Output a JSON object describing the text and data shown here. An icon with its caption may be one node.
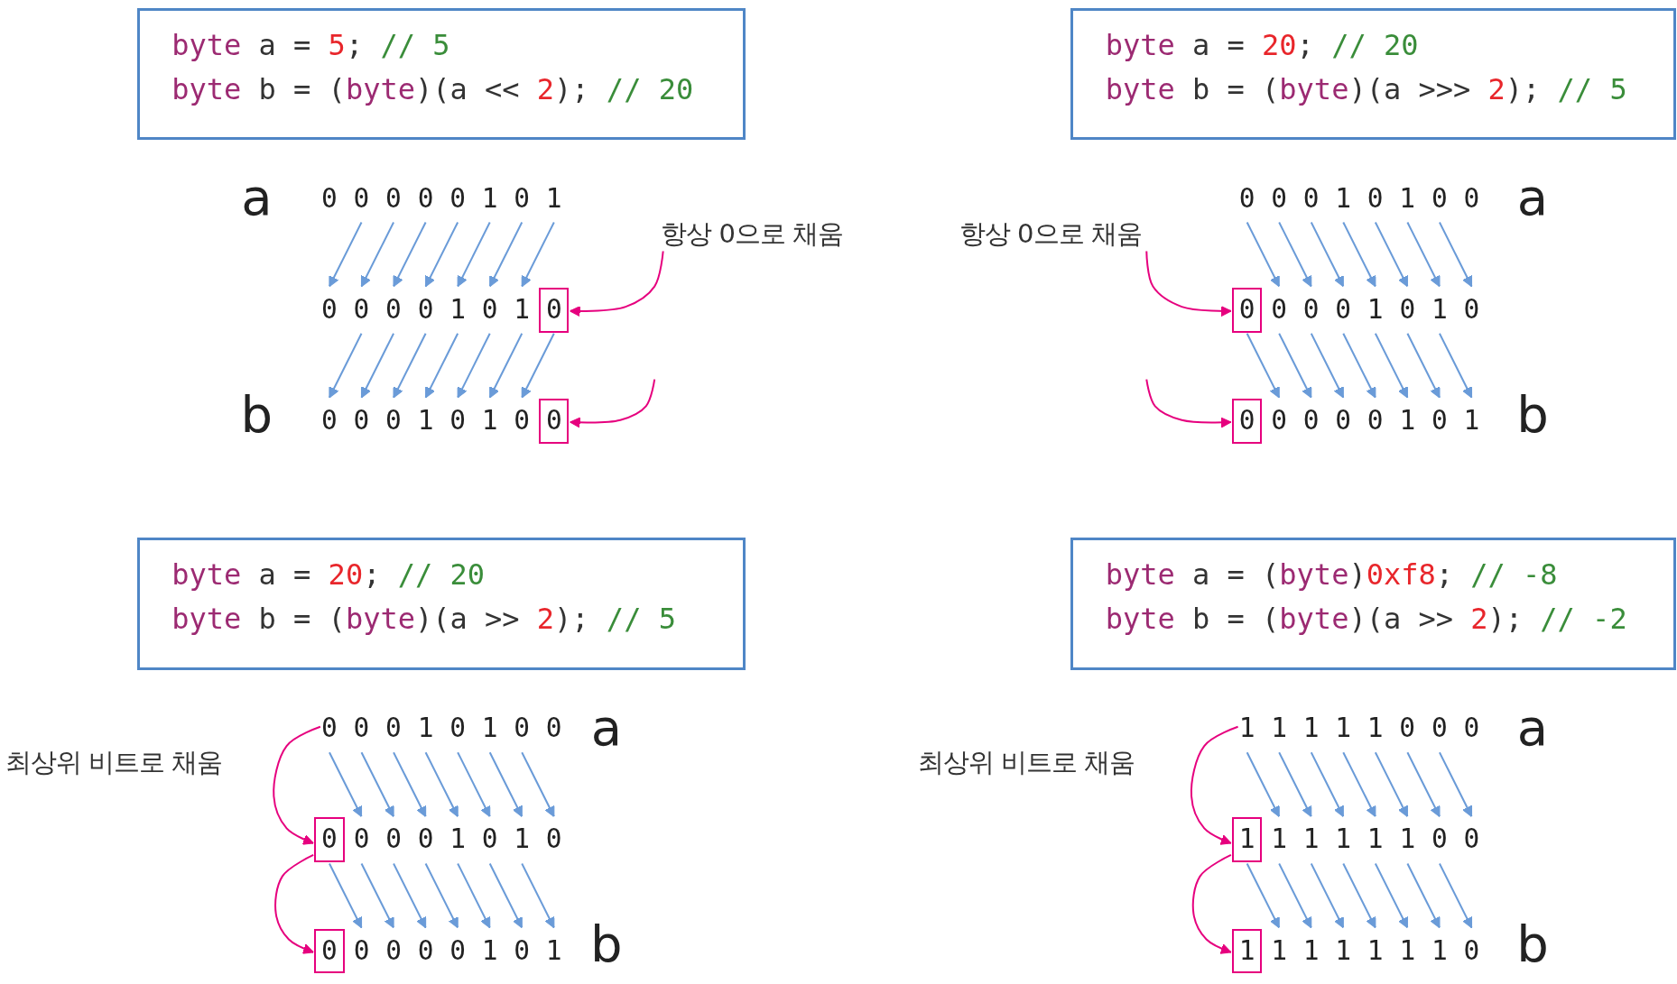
{
  "diagram": {
    "nodes": [
      {
        "text": [
          "byte a = 5; // 5",
          "byte b = (byte)(a << 2); // 20"
        ]
      },
      {
        "text": [
          "0 0 0 0 0 1 0 1"
        ]
      },
      {
        "text": [
          "항상 0으로 채움"
        ]
      },
      {
        "text": [
          "0 0 0 0 1 0 1"
        ]
      },
      {
        "text": [
          "0"
        ]
      },
      {
        "text": [
          "0 0 0 1 0 1 0"
        ]
      },
      {
        "text": [
          "0"
        ]
      },
      {
        "text": [
          "byte a = 20; // 20",
          "byte b = (byte)(a >>> 2); // 5"
        ]
      },
      {
        "text": [
          "0 0 0 1 0 1 0 0"
        ]
      },
      {
        "text": [
          "항상 0으로 채움"
        ]
      },
      {
        "text": [
          "0"
        ]
      },
      {
        "text": [
          "0 0 0 1 0 1 0"
        ]
      },
      {
        "text": [
          "0"
        ]
      },
      {
        "text": [
          "0 0 0 0 1 0 1"
        ]
      },
      {
        "text": [
          "byte a = 20; // 20",
          "byte b = (byte)(a >> 2); // 5"
        ]
      },
      {
        "text": [
          "0 0 0 1 0 1 0 0"
        ]
      },
      {
        "text": [
          "0"
        ]
      },
      {
        "text": [
          "0 0 0 1 0 1 0"
        ]
      },
      {
        "text": [
          "0"
        ]
      },
      {
        "text": [
          "0 0 0 0 1 0 1"
        ]
      },
      {
        "text": [
          "byte a = (byte)0xf8; // -8",
          "byte b = (byte)(a >> 2); // -2"
        ]
      },
      {
        "text": [
          "1 1 1 1 1 0 0 0"
        ]
      },
      {
        "text": [
          "1"
        ]
      },
      {
        "text": [
          "1 1 1 1 1 0 0"
        ]
      },
      {
        "text": [
          "1"
        ]
      },
      {
        "text": [
          "1 1 1 1 1 1 0"
        ]
      }
    ],
    "edges": [
      {
        "from": 1,
        "to": 3,
        "arrow": "to"
      },
      {
        "from": 1,
        "to": 3,
        "arrow": "to"
      },
      {
        "from": 1,
        "to": 3,
        "arrow": "to"
      },
      {
        "from": 1,
        "to": 3,
        "arrow": "to"
      },
      {
        "from": 1,
        "to": 3,
        "arrow": "to"
      },
      {
        "from": 1,
        "to": 3,
        "arrow": "to"
      },
      {
        "from": 1,
        "to": 3,
        "arrow": "to"
      },
      {
        "from": 3,
        "to": 5,
        "arrow": "to"
      },
      {
        "from": 3,
        "to": 5,
        "arrow": "to"
      },
      {
        "from": 3,
        "to": 5,
        "arrow": "to"
      },
      {
        "from": 3,
        "to": 5,
        "arrow": "to"
      },
      {
        "from": 3,
        "to": 5,
        "arrow": "to"
      },
      {
        "from": 3,
        "to": 5,
        "arrow": "to"
      },
      {
        "from": 4,
        "to": 5,
        "arrow": "to"
      },
      {
        "from": 2,
        "to": 4,
        "arrow": "to",
        "color": "#e6007e"
      },
      {
        "from": null,
        "to": 6,
        "arrow": "to",
        "color": "#e6007e"
      },
      {
        "from": 8,
        "to": 11,
        "arrow": "to"
      },
      {
        "from": 8,
        "to": 11,
        "arrow": "to"
      },
      {
        "from": 8,
        "to": 11,
        "arrow": "to"
      },
      {
        "from": 8,
        "to": 11,
        "arrow": "to"
      },
      {
        "from": 8,
        "to": 11,
        "arrow": "to"
      },
      {
        "from": 8,
        "to": 11,
        "arrow": "to"
      },
      {
        "from": 8,
        "to": 11,
        "arrow": "to"
      },
      {
        "from": 10,
        "to": 13,
        "arrow": "to"
      },
      {
        "from": 11,
        "to": 13,
        "arrow": "to"
      },
      {
        "from": 11,
        "to": 13,
        "arrow": "to"
      },
      {
        "from": 11,
        "to": 13,
        "arrow": "to"
      },
      {
        "from": 11,
        "to": 13,
        "arrow": "to"
      },
      {
        "from": 11,
        "to": 13,
        "arrow": "to"
      },
      {
        "from": 11,
        "to": 13,
        "arrow": "to"
      },
      {
        "from": 9,
        "to": 10,
        "arrow": "to",
        "color": "#e6007e"
      },
      {
        "from": null,
        "to": 12,
        "arrow": "to",
        "color": "#e6007e"
      },
      {
        "from": 15,
        "to": 17,
        "arrow": "to"
      },
      {
        "from": 15,
        "to": 17,
        "arrow": "to"
      },
      {
        "from": 15,
        "to": 17,
        "arrow": "to"
      },
      {
        "from": 15,
        "to": 17,
        "arrow": "to"
      },
      {
        "from": 15,
        "to": 17,
        "arrow": "to"
      },
      {
        "from": 15,
        "to": 17,
        "arrow": "to"
      },
      {
        "from": 15,
        "to": 17,
        "arrow": "to"
      },
      {
        "from": 16,
        "to": 19,
        "arrow": "to"
      },
      {
        "from": 17,
        "to": 19,
        "arrow": "to"
      },
      {
        "from": 17,
        "to": 19,
        "arrow": "to"
      },
      {
        "from": 17,
        "to": 19,
        "arrow": "to"
      },
      {
        "from": 17,
        "to": 19,
        "arrow": "to"
      },
      {
        "from": 17,
        "to": 19,
        "arrow": "to"
      },
      {
        "from": 17,
        "to": 19,
        "arrow": "to"
      },
      {
        "from": 15,
        "to": 16,
        "arrow": "to",
        "color": "#e6007e"
      },
      {
        "from": 16,
        "to": 18,
        "arrow": "to",
        "color": "#e6007e"
      },
      {
        "from": 21,
        "to": 23,
        "arrow": "to"
      },
      {
        "from": 21,
        "to": 23,
        "arrow": "to"
      },
      {
        "from": 21,
        "to": 23,
        "arrow": "to"
      },
      {
        "from": 21,
        "to": 23,
        "arrow": "to"
      },
      {
        "from": 21,
        "to": 23,
        "arrow": "to"
      },
      {
        "from": 21,
        "to": 23,
        "arrow": "to"
      },
      {
        "from": 21,
        "to": 23,
        "arrow": "to"
      },
      {
        "from": 22,
        "to": 25,
        "arrow": "to"
      },
      {
        "from": 23,
        "to": 25,
        "arrow": "to"
      },
      {
        "from": 23,
        "to": 25,
        "arrow": "to"
      },
      {
        "from": 23,
        "to": 25,
        "arrow": "to"
      },
      {
        "from": 23,
        "to": 25,
        "arrow": "to"
      },
      {
        "from": 23,
        "to": 25,
        "arrow": "to"
      },
      {
        "from": 23,
        "to": 25,
        "arrow": "to"
      },
      {
        "from": 21,
        "to": 22,
        "arrow": "to",
        "color": "#e6007e"
      },
      {
        "from": 22,
        "to": 24,
        "arrow": "to",
        "color": "#e6007e"
      }
    ],
    "labels": [
      "a",
      "b",
      "a",
      "b",
      "최상위 비트로 채움",
      "a",
      "b",
      "최상위 비트로 채움",
      "a",
      "b"
    ]
  }
}
